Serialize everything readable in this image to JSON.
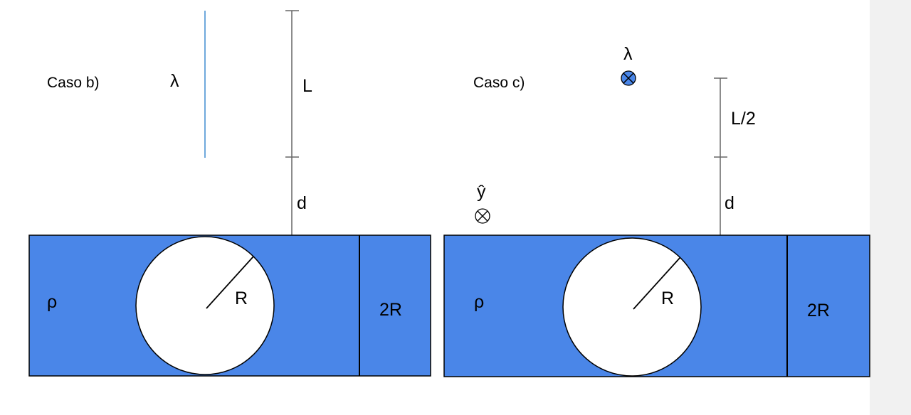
{
  "colors": {
    "slab": "#4a86e8",
    "line": "#000000",
    "dimension_line": "#666666",
    "lambda_line": "#6fa8dc",
    "hole": "#ffffff",
    "page_edge": "#f1f1f1"
  },
  "panels": [
    {
      "case_label": "Caso b)",
      "lambda_label": "λ",
      "length_label": "L",
      "distance_label": "d",
      "density_label": "ρ",
      "radius_label": "R",
      "width_label": "2R"
    },
    {
      "case_label": "Caso c)",
      "lambda_label": "λ",
      "length_label": "L/2",
      "distance_label": "d",
      "density_label": "ρ",
      "radius_label": "R",
      "width_label": "2R",
      "axis_label": "ŷ"
    }
  ],
  "icons": {
    "wire_symbol": "cross-circle-icon",
    "axis_symbol": "cross-circle-icon"
  }
}
